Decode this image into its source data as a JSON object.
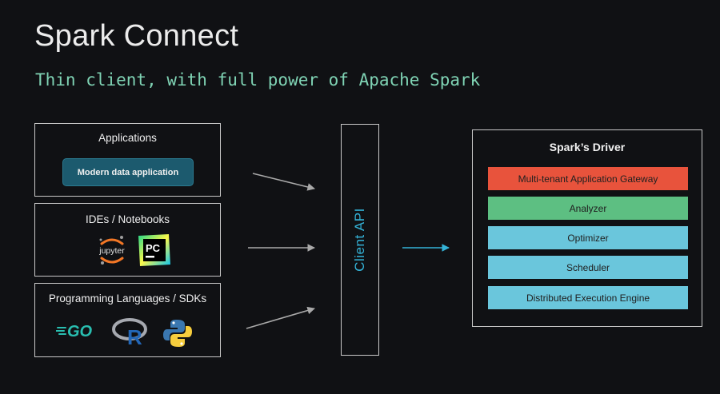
{
  "title": "Spark Connect",
  "subtitle": "Thin client, with full power of Apache Spark",
  "left_panels": {
    "applications": {
      "title": "Applications",
      "pill": "Modern data application"
    },
    "ides": {
      "title": "IDEs / Notebooks",
      "jupyter": "jupyter",
      "pycharm": "PC"
    },
    "languages": {
      "title": "Programming Languages / SDKs",
      "go": "GO",
      "r": "R"
    }
  },
  "client_api": "Client API",
  "driver": {
    "title": "Spark’s Driver",
    "layers": [
      {
        "label": "Multi-tenant Application Gateway",
        "color": "#e8533c"
      },
      {
        "label": "Analyzer",
        "color": "#5dbf82"
      },
      {
        "label": "Optimizer",
        "color": "#6ac6dc"
      },
      {
        "label": "Scheduler",
        "color": "#6ac6dc"
      },
      {
        "label": "Distributed Execution Engine",
        "color": "#6ac6dc"
      }
    ]
  },
  "colors": {
    "background": "#101114",
    "subtitle": "#7fd3b4",
    "accent_blue": "#34b3d8",
    "pill": "#1c5a6e"
  }
}
